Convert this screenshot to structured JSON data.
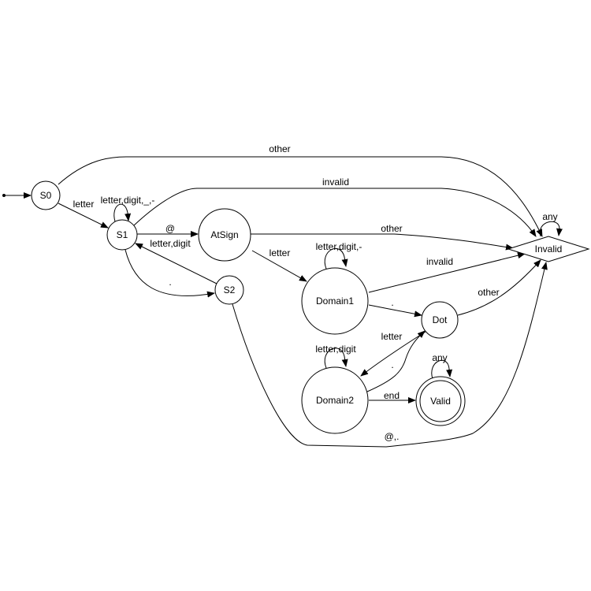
{
  "states": {
    "s0": "S0",
    "s1": "S1",
    "s2": "S2",
    "atsign": "AtSign",
    "domain1": "Domain1",
    "dot": "Dot",
    "domain2": "Domain2",
    "valid": "Valid",
    "invalid": "Invalid"
  },
  "transitions": {
    "s0_s1": "letter",
    "s1_loop": "letter,digit,_,-",
    "s0_invalid": "other",
    "s1_invalid": "invalid",
    "s1_atsign": "@",
    "s2_s1": "letter,digit",
    "s1_s2": ".",
    "atsign_invalid": "other",
    "atsign_domain1": "letter",
    "domain1_loop": "letter,digit,-",
    "domain1_invalid": "invalid",
    "domain1_dot": ".",
    "dot_invalid": "other",
    "dot_domain2": "letter",
    "domain2_dot": ".",
    "domain2_loop": "letter,digit",
    "domain2_valid": "end",
    "valid_loop": "any",
    "invalid_loop": "any",
    "s2_invalid": "@,."
  }
}
